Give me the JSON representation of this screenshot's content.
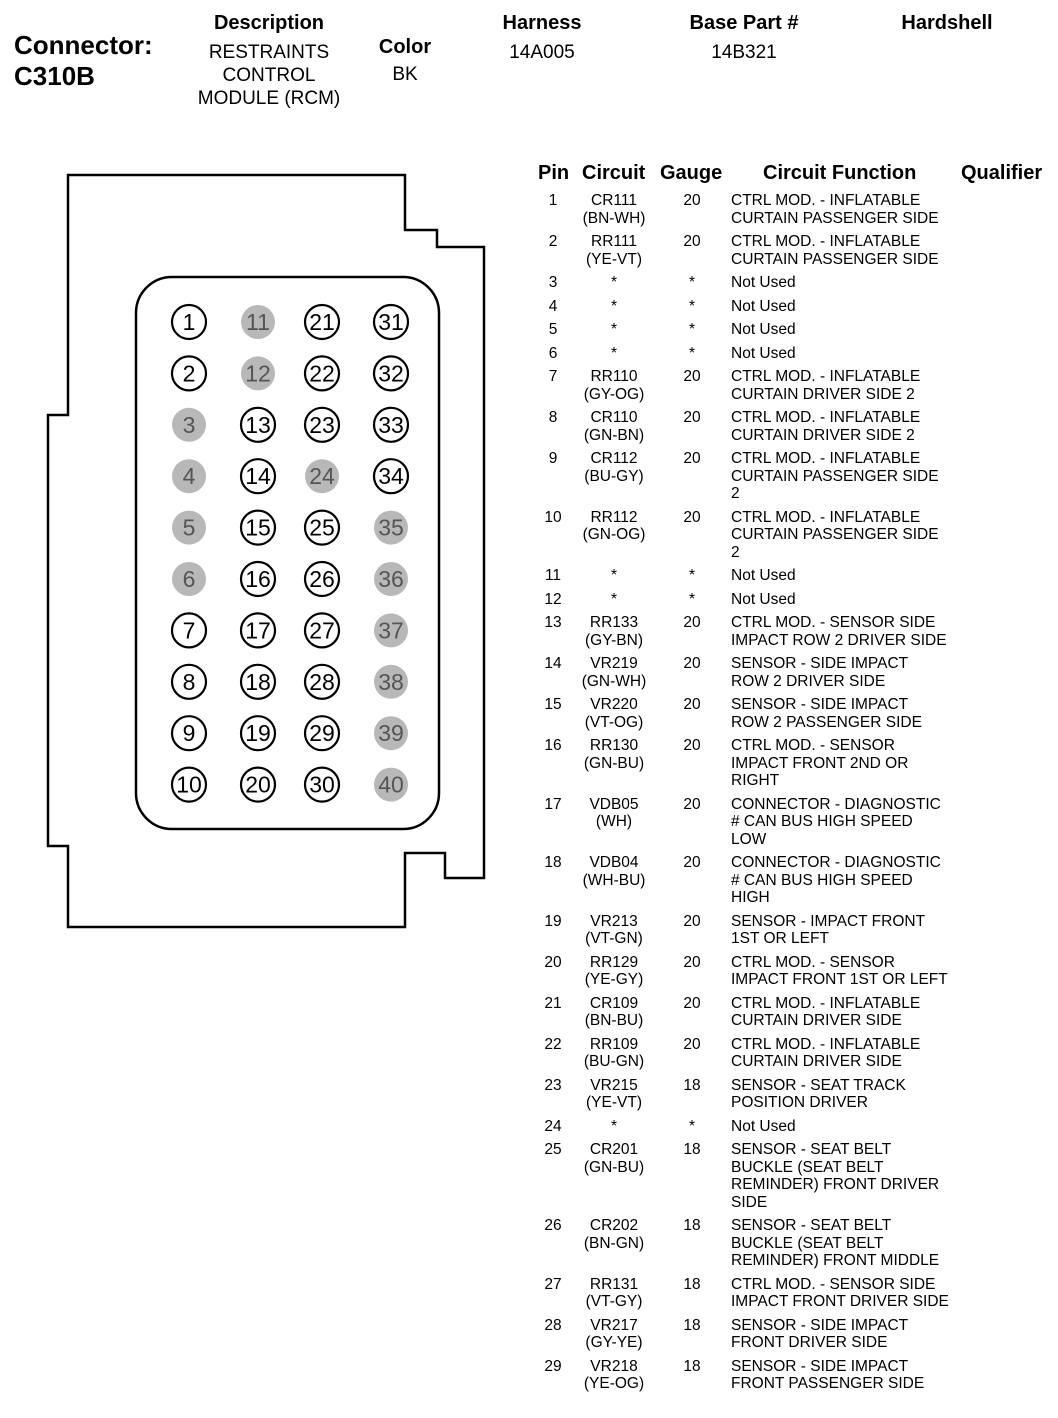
{
  "connector": {
    "label": "Connector:",
    "id": "C310B"
  },
  "header": {
    "description_label": "Description",
    "description_lines": [
      "RESTRAINTS",
      "CONTROL",
      "MODULE (RCM)"
    ],
    "color_label": "Color",
    "color_value": "BK",
    "harness_label": "Harness",
    "harness_value": "14A005",
    "base_part_label": "Base Part #",
    "base_part_value": "14B321",
    "hardshell_label": "Hardshell"
  },
  "table": {
    "headers": {
      "pin": "Pin",
      "circuit": "Circuit",
      "gauge": "Gauge",
      "function": "Circuit Function",
      "qualifier": "Qualifier"
    },
    "rows": [
      {
        "pin": "1",
        "circuit": [
          "CR111",
          "(BN-WH)"
        ],
        "gauge": "20",
        "function": [
          "CTRL MOD. - INFLATABLE",
          "CURTAIN PASSENGER SIDE"
        ]
      },
      {
        "pin": "2",
        "circuit": [
          "RR111",
          "(YE-VT)"
        ],
        "gauge": "20",
        "function": [
          "CTRL MOD. - INFLATABLE",
          "CURTAIN PASSENGER SIDE"
        ]
      },
      {
        "pin": "3",
        "circuit": [
          "*"
        ],
        "gauge": "*",
        "function": [
          "Not Used"
        ]
      },
      {
        "pin": "4",
        "circuit": [
          "*"
        ],
        "gauge": "*",
        "function": [
          "Not Used"
        ]
      },
      {
        "pin": "5",
        "circuit": [
          "*"
        ],
        "gauge": "*",
        "function": [
          "Not Used"
        ]
      },
      {
        "pin": "6",
        "circuit": [
          "*"
        ],
        "gauge": "*",
        "function": [
          "Not Used"
        ]
      },
      {
        "pin": "7",
        "circuit": [
          "RR110",
          "(GY-OG)"
        ],
        "gauge": "20",
        "function": [
          "CTRL MOD. - INFLATABLE",
          "CURTAIN DRIVER SIDE 2"
        ]
      },
      {
        "pin": "8",
        "circuit": [
          "CR110",
          "(GN-BN)"
        ],
        "gauge": "20",
        "function": [
          "CTRL MOD. - INFLATABLE",
          "CURTAIN DRIVER SIDE 2"
        ]
      },
      {
        "pin": "9",
        "circuit": [
          "CR112",
          "(BU-GY)"
        ],
        "gauge": "20",
        "function": [
          "CTRL MOD. - INFLATABLE",
          "CURTAIN PASSENGER SIDE",
          "2"
        ]
      },
      {
        "pin": "10",
        "circuit": [
          "RR112",
          "(GN-OG)"
        ],
        "gauge": "20",
        "function": [
          "CTRL MOD. - INFLATABLE",
          "CURTAIN PASSENGER SIDE",
          "2"
        ]
      },
      {
        "pin": "11",
        "circuit": [
          "*"
        ],
        "gauge": "*",
        "function": [
          "Not Used"
        ]
      },
      {
        "pin": "12",
        "circuit": [
          "*"
        ],
        "gauge": "*",
        "function": [
          "Not Used"
        ]
      },
      {
        "pin": "13",
        "circuit": [
          "RR133",
          "(GY-BN)"
        ],
        "gauge": "20",
        "function": [
          "CTRL MOD. - SENSOR SIDE",
          "IMPACT ROW 2 DRIVER SIDE"
        ]
      },
      {
        "pin": "14",
        "circuit": [
          "VR219",
          "(GN-WH)"
        ],
        "gauge": "20",
        "function": [
          "SENSOR - SIDE IMPACT",
          "ROW 2 DRIVER SIDE"
        ]
      },
      {
        "pin": "15",
        "circuit": [
          "VR220",
          "(VT-OG)"
        ],
        "gauge": "20",
        "function": [
          "SENSOR - SIDE IMPACT",
          "ROW 2 PASSENGER SIDE"
        ]
      },
      {
        "pin": "16",
        "circuit": [
          "RR130",
          "(GN-BU)"
        ],
        "gauge": "20",
        "function": [
          "CTRL MOD. - SENSOR",
          "IMPACT FRONT 2ND OR",
          "RIGHT"
        ]
      },
      {
        "pin": "17",
        "circuit": [
          "VDB05",
          "(WH)"
        ],
        "gauge": "20",
        "function": [
          "CONNECTOR - DIAGNOSTIC",
          "# CAN BUS HIGH SPEED",
          "LOW"
        ]
      },
      {
        "pin": "18",
        "circuit": [
          "VDB04",
          "(WH-BU)"
        ],
        "gauge": "20",
        "function": [
          "CONNECTOR - DIAGNOSTIC",
          "# CAN BUS HIGH SPEED",
          "HIGH"
        ]
      },
      {
        "pin": "19",
        "circuit": [
          "VR213",
          "(VT-GN)"
        ],
        "gauge": "20",
        "function": [
          "SENSOR - IMPACT FRONT",
          "1ST OR LEFT"
        ]
      },
      {
        "pin": "20",
        "circuit": [
          "RR129",
          "(YE-GY)"
        ],
        "gauge": "20",
        "function": [
          "CTRL MOD. - SENSOR",
          "IMPACT FRONT 1ST OR LEFT"
        ]
      },
      {
        "pin": "21",
        "circuit": [
          "CR109",
          "(BN-BU)"
        ],
        "gauge": "20",
        "function": [
          "CTRL MOD. - INFLATABLE",
          "CURTAIN DRIVER SIDE"
        ]
      },
      {
        "pin": "22",
        "circuit": [
          "RR109",
          "(BU-GN)"
        ],
        "gauge": "20",
        "function": [
          "CTRL MOD. - INFLATABLE",
          "CURTAIN DRIVER SIDE"
        ]
      },
      {
        "pin": "23",
        "circuit": [
          "VR215",
          "(YE-VT)"
        ],
        "gauge": "18",
        "function": [
          "SENSOR - SEAT TRACK",
          "POSITION DRIVER"
        ]
      },
      {
        "pin": "24",
        "circuit": [
          "*"
        ],
        "gauge": "*",
        "function": [
          "Not Used"
        ]
      },
      {
        "pin": "25",
        "circuit": [
          "CR201",
          "(GN-BU)"
        ],
        "gauge": "18",
        "function": [
          "SENSOR - SEAT BELT",
          "BUCKLE (SEAT BELT",
          "REMINDER) FRONT DRIVER",
          "SIDE"
        ]
      },
      {
        "pin": "26",
        "circuit": [
          "CR202",
          "(BN-GN)"
        ],
        "gauge": "18",
        "function": [
          "SENSOR - SEAT BELT",
          "BUCKLE (SEAT BELT",
          "REMINDER) FRONT MIDDLE"
        ]
      },
      {
        "pin": "27",
        "circuit": [
          "RR131",
          "(VT-GY)"
        ],
        "gauge": "18",
        "function": [
          "CTRL MOD. - SENSOR SIDE",
          "IMPACT FRONT DRIVER SIDE"
        ]
      },
      {
        "pin": "28",
        "circuit": [
          "VR217",
          "(GY-YE)"
        ],
        "gauge": "18",
        "function": [
          "SENSOR - SIDE IMPACT",
          "FRONT DRIVER SIDE"
        ]
      },
      {
        "pin": "29",
        "circuit": [
          "VR218",
          "(YE-OG)"
        ],
        "gauge": "18",
        "function": [
          "SENSOR - SIDE IMPACT",
          "FRONT PASSENGER SIDE"
        ]
      }
    ]
  },
  "diagram": {
    "columns": [
      [
        "1",
        "2",
        "3",
        "4",
        "5",
        "6",
        "7",
        "8",
        "9",
        "10"
      ],
      [
        "11",
        "12",
        "13",
        "14",
        "15",
        "16",
        "17",
        "18",
        "19",
        "20"
      ],
      [
        "21",
        "22",
        "23",
        "24",
        "25",
        "26",
        "27",
        "28",
        "29",
        "30"
      ],
      [
        "31",
        "32",
        "33",
        "34",
        "35",
        "36",
        "37",
        "38",
        "39",
        "40"
      ]
    ],
    "unused_pins": [
      "3",
      "4",
      "5",
      "6",
      "11",
      "12",
      "24",
      "35",
      "36",
      "37",
      "38",
      "39",
      "40"
    ],
    "colors": {
      "used_fill": "#ffffff",
      "unused_fill": "#b8b8b8",
      "outline": "#000000",
      "unused_text": "#555555"
    }
  }
}
